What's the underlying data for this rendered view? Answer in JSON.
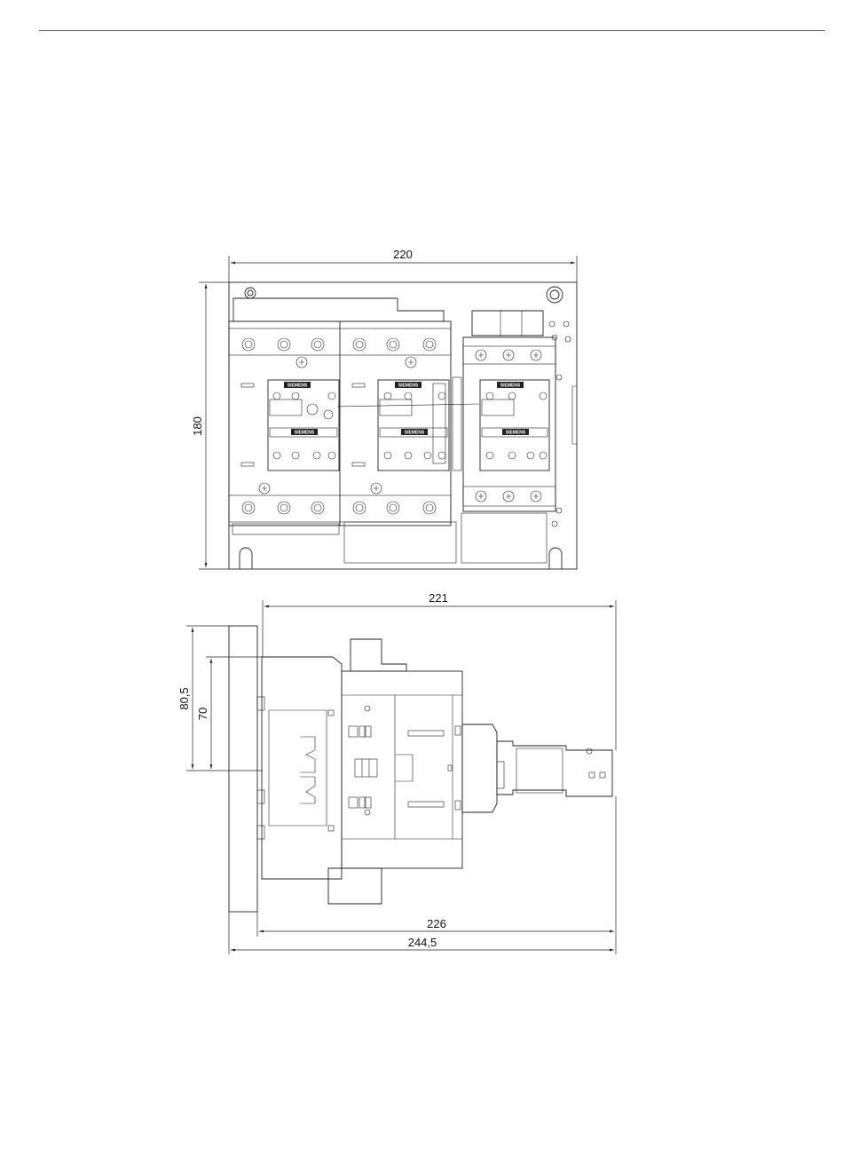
{
  "front_view": {
    "width_label": "220",
    "height_label": "180",
    "brand_label": "SIEMENS"
  },
  "side_view": {
    "top_width_label": "221",
    "height_outer_label": "80,5",
    "height_inner_label": "70",
    "bottom_width_inner_label": "226",
    "bottom_width_outer_label": "244,5"
  }
}
